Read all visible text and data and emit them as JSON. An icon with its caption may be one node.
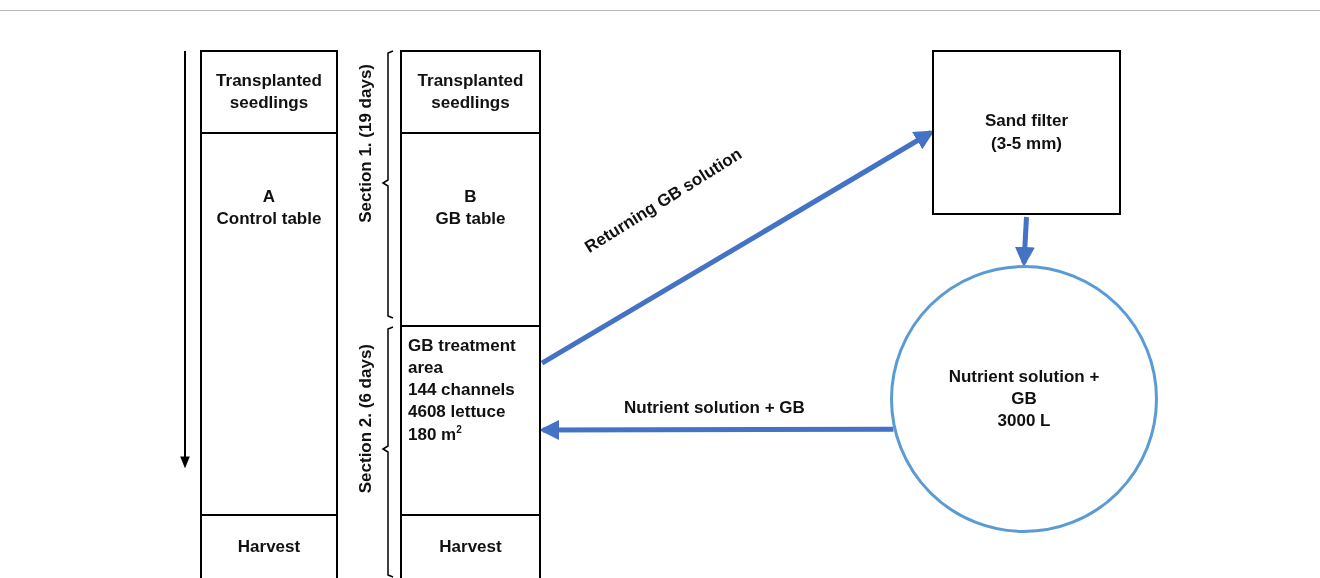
{
  "diagram": {
    "nodes": [
      {
        "text": [
          "Transplanted seedlings"
        ]
      },
      {
        "text": [
          "A",
          "Control table"
        ]
      },
      {
        "text": [
          "Harvest"
        ]
      },
      {
        "text": [
          "Transplanted seedlings"
        ]
      },
      {
        "text": [
          "B",
          "GB table"
        ]
      },
      {
        "text": [
          "GB treatment area",
          "144 channels",
          "4608 lettuce",
          "180 m$^{2}$"
        ]
      },
      {
        "text": [
          "Harvest"
        ]
      },
      {
        "text": [
          "Sand filter",
          "(3-5 mm)"
        ]
      },
      {
        "text": [
          "Nutrient solution + GB",
          "3000 L"
        ]
      }
    ],
    "edges": [
      {
        "from": 5,
        "to": 7,
        "arrow": "to",
        "label": "Returning GB solution"
      },
      {
        "from": 7,
        "to": 8,
        "arrow": "to"
      },
      {
        "from": 8,
        "to": 5,
        "arrow": "to",
        "label": "Nutrient solution + GB"
      }
    ],
    "labels": [
      "Section 1. (19 days)",
      "Section 2. (6 days)"
    ]
  }
}
